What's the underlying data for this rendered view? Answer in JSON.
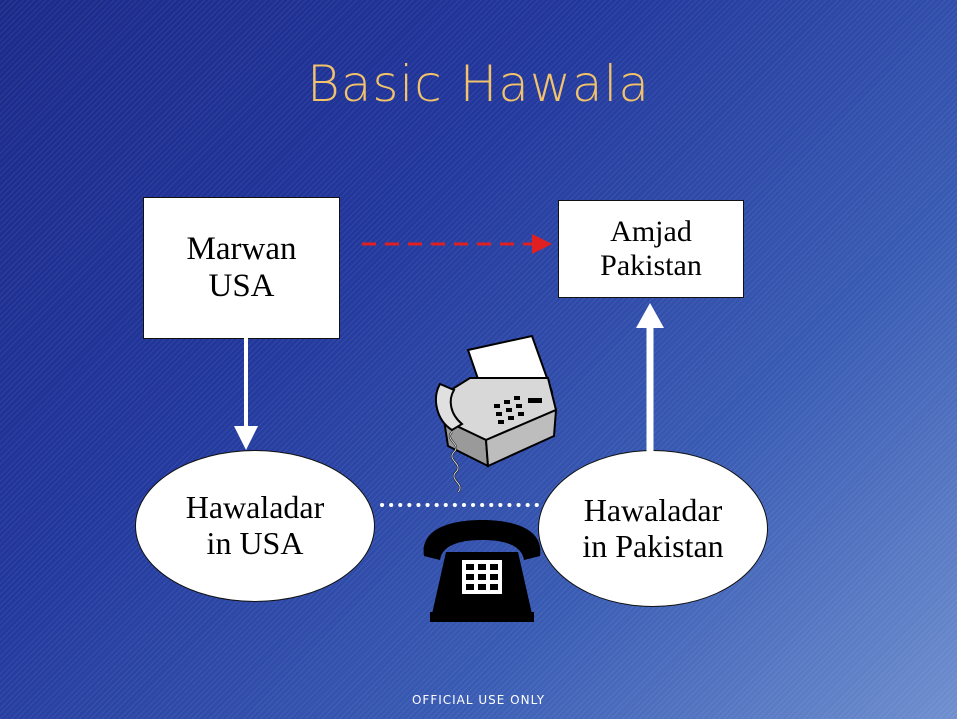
{
  "title": "Basic Hawala",
  "nodes": {
    "marwan": {
      "line1": "Marwan",
      "line2": "USA"
    },
    "amjad": {
      "line1": "Amjad",
      "line2": "Pakistan"
    },
    "hawaladar_usa": {
      "line1": "Hawaladar",
      "line2": "in USA"
    },
    "hawaladar_pakistan": {
      "line1": "Hawaladar",
      "line2": "in Pakistan"
    }
  },
  "icons": {
    "fax": "fax-machine-icon",
    "phone": "telephone-icon"
  },
  "colors": {
    "title": "#f2c36a",
    "dashed_arrow": "#e02020",
    "solid_arrows": "#ffffff",
    "dotted_link": "#ffffff"
  },
  "footer": "OFFICIAL USE ONLY"
}
